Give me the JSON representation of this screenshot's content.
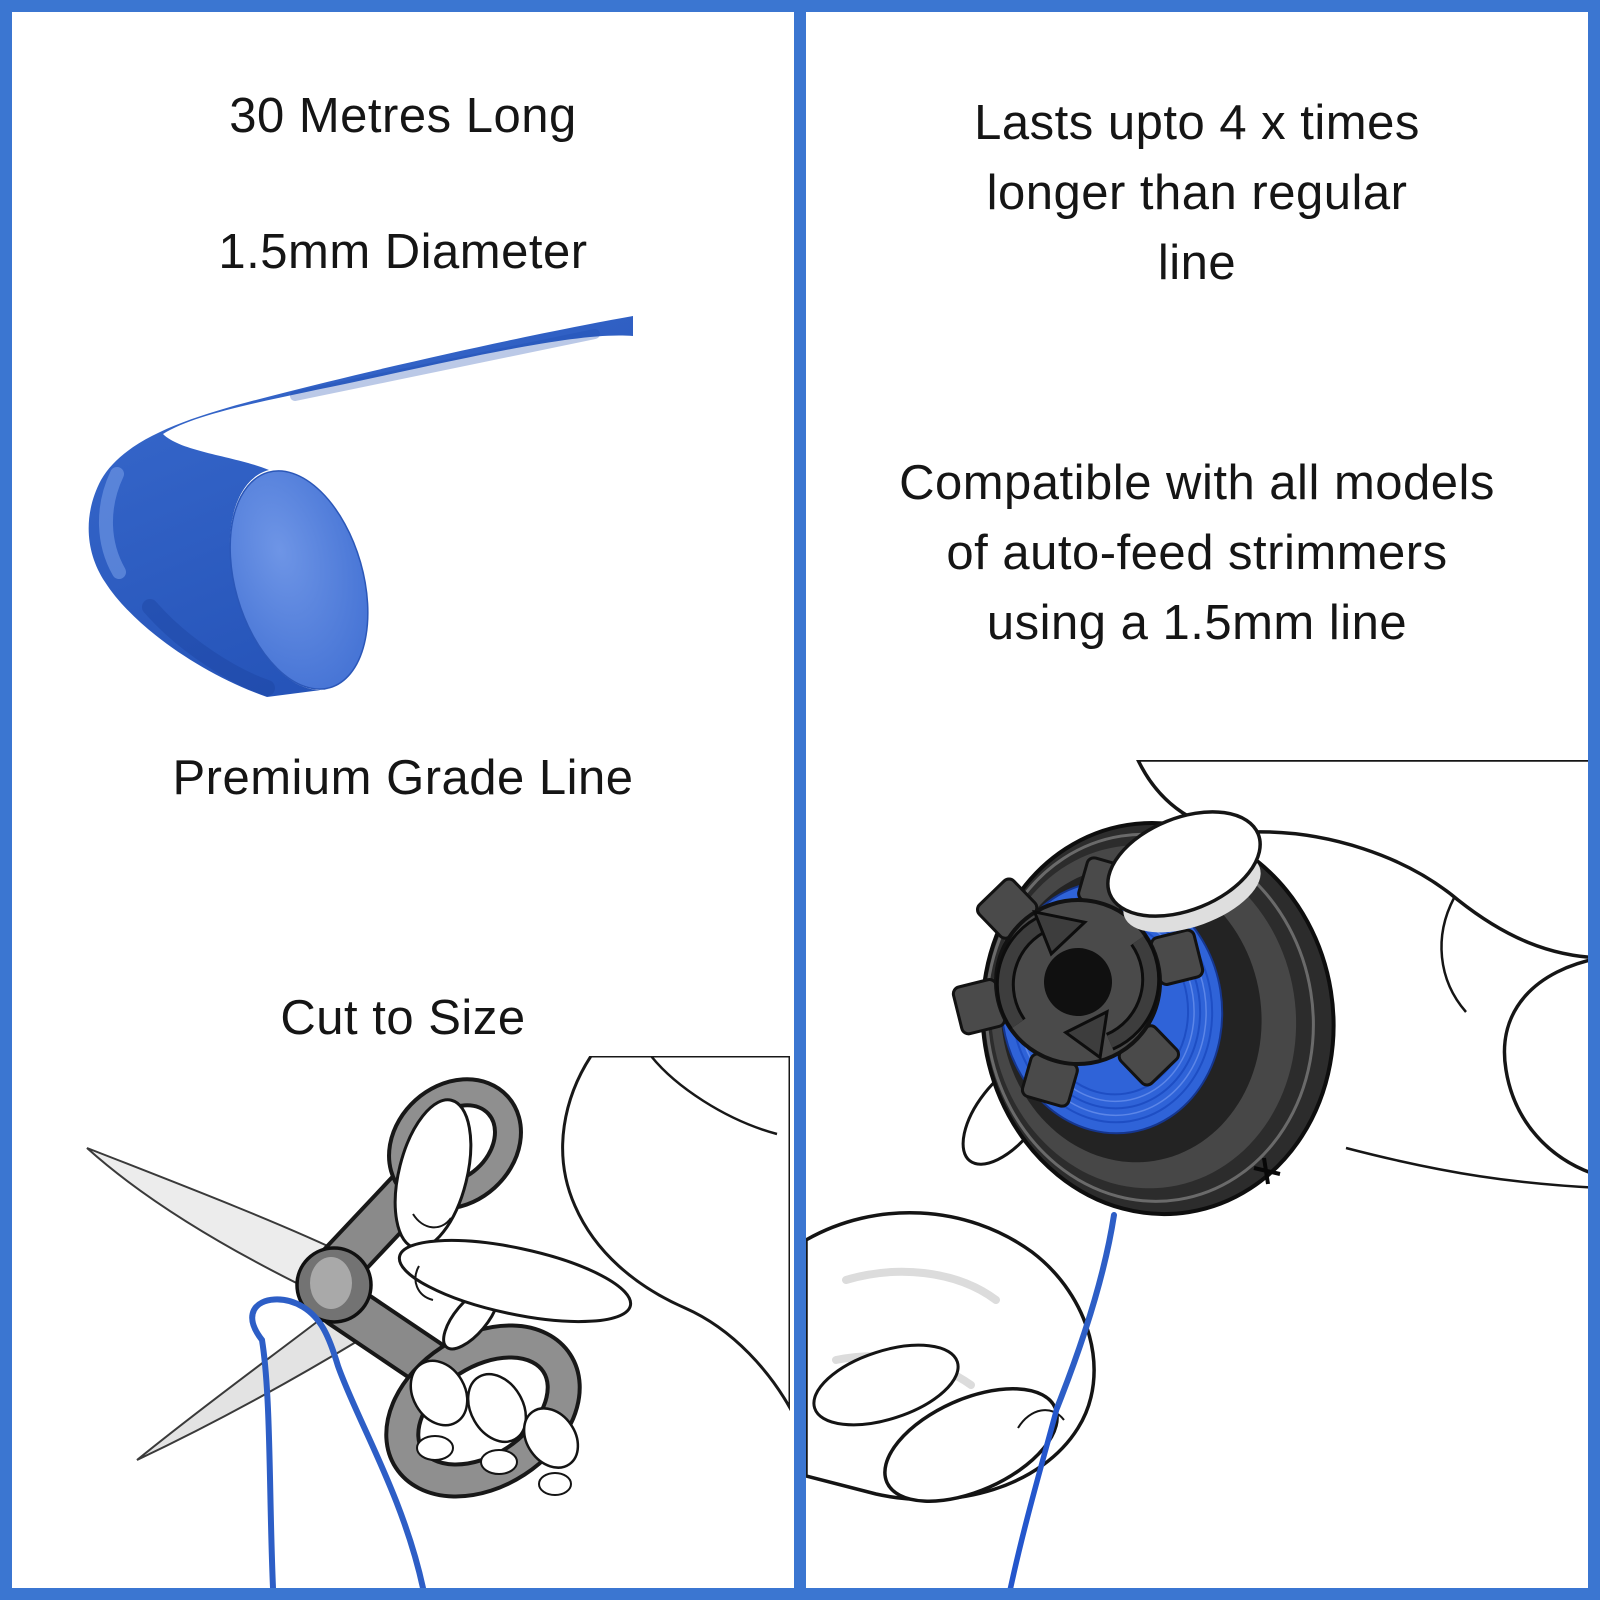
{
  "panels": {
    "left": {
      "feature_length": "30 Metres Long",
      "feature_diameter": "1.5mm Diameter",
      "feature_grade": "Premium Grade Line",
      "feature_cut": "Cut to Size"
    },
    "right": {
      "claim_durability": {
        "line1": "Lasts upto 4 x times",
        "line2": "longer than regular",
        "line3": "line"
      },
      "claim_compatibility": {
        "line1": "Compatible with all models",
        "line2": "of auto-feed strimmers",
        "line3": "using a 1.5mm line"
      }
    }
  },
  "illustrations": {
    "trimmer_line": "blue-trimmer-line-curl",
    "scissors": "hand-cutting-blue-line-with-scissors",
    "spool": "hands-holding-auto-feed-spool-with-blue-line"
  },
  "colors": {
    "frame_blue": "#3b76d1",
    "line_blue": "#2d5ec6",
    "line_blue_dark": "#1c44a2",
    "line_blue_light": "#6e95e6",
    "text_black": "#151515",
    "blade_gray": "#ececec",
    "scissors_handle_gray": "#8a8a8a",
    "spool_dark": "#2c2c2c",
    "gear_gray": "#4a4a4a"
  }
}
